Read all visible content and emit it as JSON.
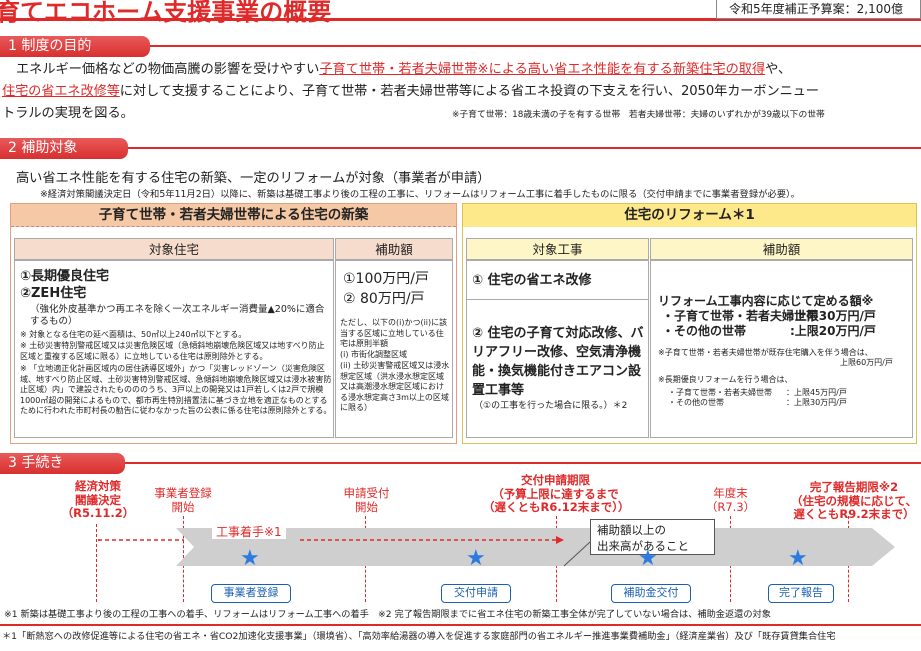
{
  "title": "育てエコホーム支援事業の概要",
  "budget": "令和5年度補正予算案：2,100億",
  "sections": {
    "s1": "1 制度の目的",
    "s2": "2 補助対象",
    "s3": "3 手続き"
  },
  "purpose": {
    "l1a": "エネルギー価格などの物価高騰の影響を受けやすい",
    "l1b": "子育て世帯・若者夫婦世帯※による高い省エネ性能を有する新築住宅の取得",
    "l1c": "や、",
    "l2a": "住宅の省エネ改修等",
    "l2b": "に対して支援することにより、子育て世帯・若者夫婦世帯等による省エネ投資の下支えを行い、2050年カーボンニュー",
    "l3": "トラルの実現を図る。",
    "note": "※子育て世帯：18歳未満の子を有する世帯　若者夫婦世帯：夫婦のいずれかが39歳以下の世帯"
  },
  "target": {
    "lead": "高い省エネ性能を有する住宅の新築、一定のリフォームが対象（事業者が申請）",
    "note": "※経済対策閣議決定日（令和5年11月2日）以降に、新築は基礎工事より後の工程の工事に、リフォームはリフォーム工事に着手したものに限る（交付申請までに事業者登録が必要）。"
  },
  "newbuild": {
    "heading": "子育て世帯・若者夫婦世帯による住宅の新築",
    "col1": "対象住宅",
    "col2": "補助額",
    "item1": "①長期優良住宅",
    "item2": "②ZEH住宅",
    "item2note": "（強化外皮基準かつ再エネを除く一次エネルギー消費量▲20%に適合するもの）",
    "n1": "※ 対象となる住宅の延べ面積は、50㎡以上240㎡以下とする。",
    "n2": "※ 土砂災害特別警戒区域又は災害危険区域（急傾斜地崩壊危険区域又は地すべり防止区域と重複する区域に限る）に立地している住宅は原則除外とする。",
    "n3": "※ 「立地適正化計画区域内の居住誘導区域外」かつ「災害レッドゾーン（災害危険区域、地すべり防止区域、土砂災害特別警戒区域、急傾斜地崩壊危険区域又は浸水被害防止区域）内」で建設されたものののうち、3戸以上の開発又は1戸若しくは2戸で規模1000㎡超の開発によるもので、都市再生特別措置法に基づき立地を適正なものとするために行われた市町村長の勧告に従わなかった旨の公表に係る住宅は原則除外とする。",
    "amt1": "①100万円/戸",
    "amt2": "② 80万円/戸",
    "amtnote": "ただし、以下の(i)かつ(ii)に該当する区域に立地している住宅は原則半額",
    "amtn1": "(i) 市街化調整区域",
    "amtn2": "(ii) 土砂災害警戒区域又は浸水想定区域（洪水浸水想定区域又は高潮浸水想定区域における浸水想定高さ3m以上の区域に限る）"
  },
  "reform": {
    "heading": "住宅のリフォーム＊1",
    "col1": "対象工事",
    "col2": "補助額",
    "w1": "① 住宅の省エネ改修",
    "w2": "② 住宅の子育て対応改修、バリアフリー改修、空気清浄機能・換気機能付きエアコン設置工事等",
    "w2note": "（①の工事を行った場合に限る。）＊2",
    "amthead": "リフォーム工事内容に応じて定める額※",
    "a1label": "・子育て世帯・若者夫婦世帯",
    "a1val": ":上限30万円/戸",
    "a2label": "・その他の世帯",
    "a2val": ":上限20万円/戸",
    "an1": "※子育て世帯・若者夫婦世帯が既存住宅購入を伴う場合は、",
    "an1b": "上限60万円/戸",
    "an2": "※長期優良リフォームを行う場合は、",
    "an3label": "・子育て世帯・若者夫婦世帯",
    "an3val": "：上限45万円/戸",
    "an4label": "・その他の世帯",
    "an4val": "：上限30万円/戸"
  },
  "procedure": {
    "m1": "経済対策\n閣議決定\n（R5.11.2）",
    "m2": "事業者登録\n開始",
    "m3": "申請受付\n開始",
    "m4": "交付申請期限\n（予算上限に達するまで\n（遅くともR6.12末まで））",
    "m5": "年度末\n（R7.3）",
    "m6": "完了報告期限※2\n（住宅の規模に応じて、\n遅くともR9.2末まで）",
    "start": "工事着手※1",
    "callout": "補助額以上の\n出来高があること",
    "b1": "事業者登録",
    "b2": "交付申請",
    "b3": "補助金交付",
    "b4": "完了報告",
    "note": "※1 新築は基礎工事より後の工程の工事への着手、リフォームはリフォーム工事への着手　※2 完了報告期限までに省エネ住宅の新築工事全体が完了していない場合は、補助金返還の対象"
  },
  "footnote": "＊1「断熱窓への改修促進等による住宅の省エネ・省CO2加速化支援事業」（環境省）、「高効率給湯器の導入を促進する家庭部門の省エネルギー推進事業費補助金」（経済産業省）及び「既存賃貸集合住宅"
}
